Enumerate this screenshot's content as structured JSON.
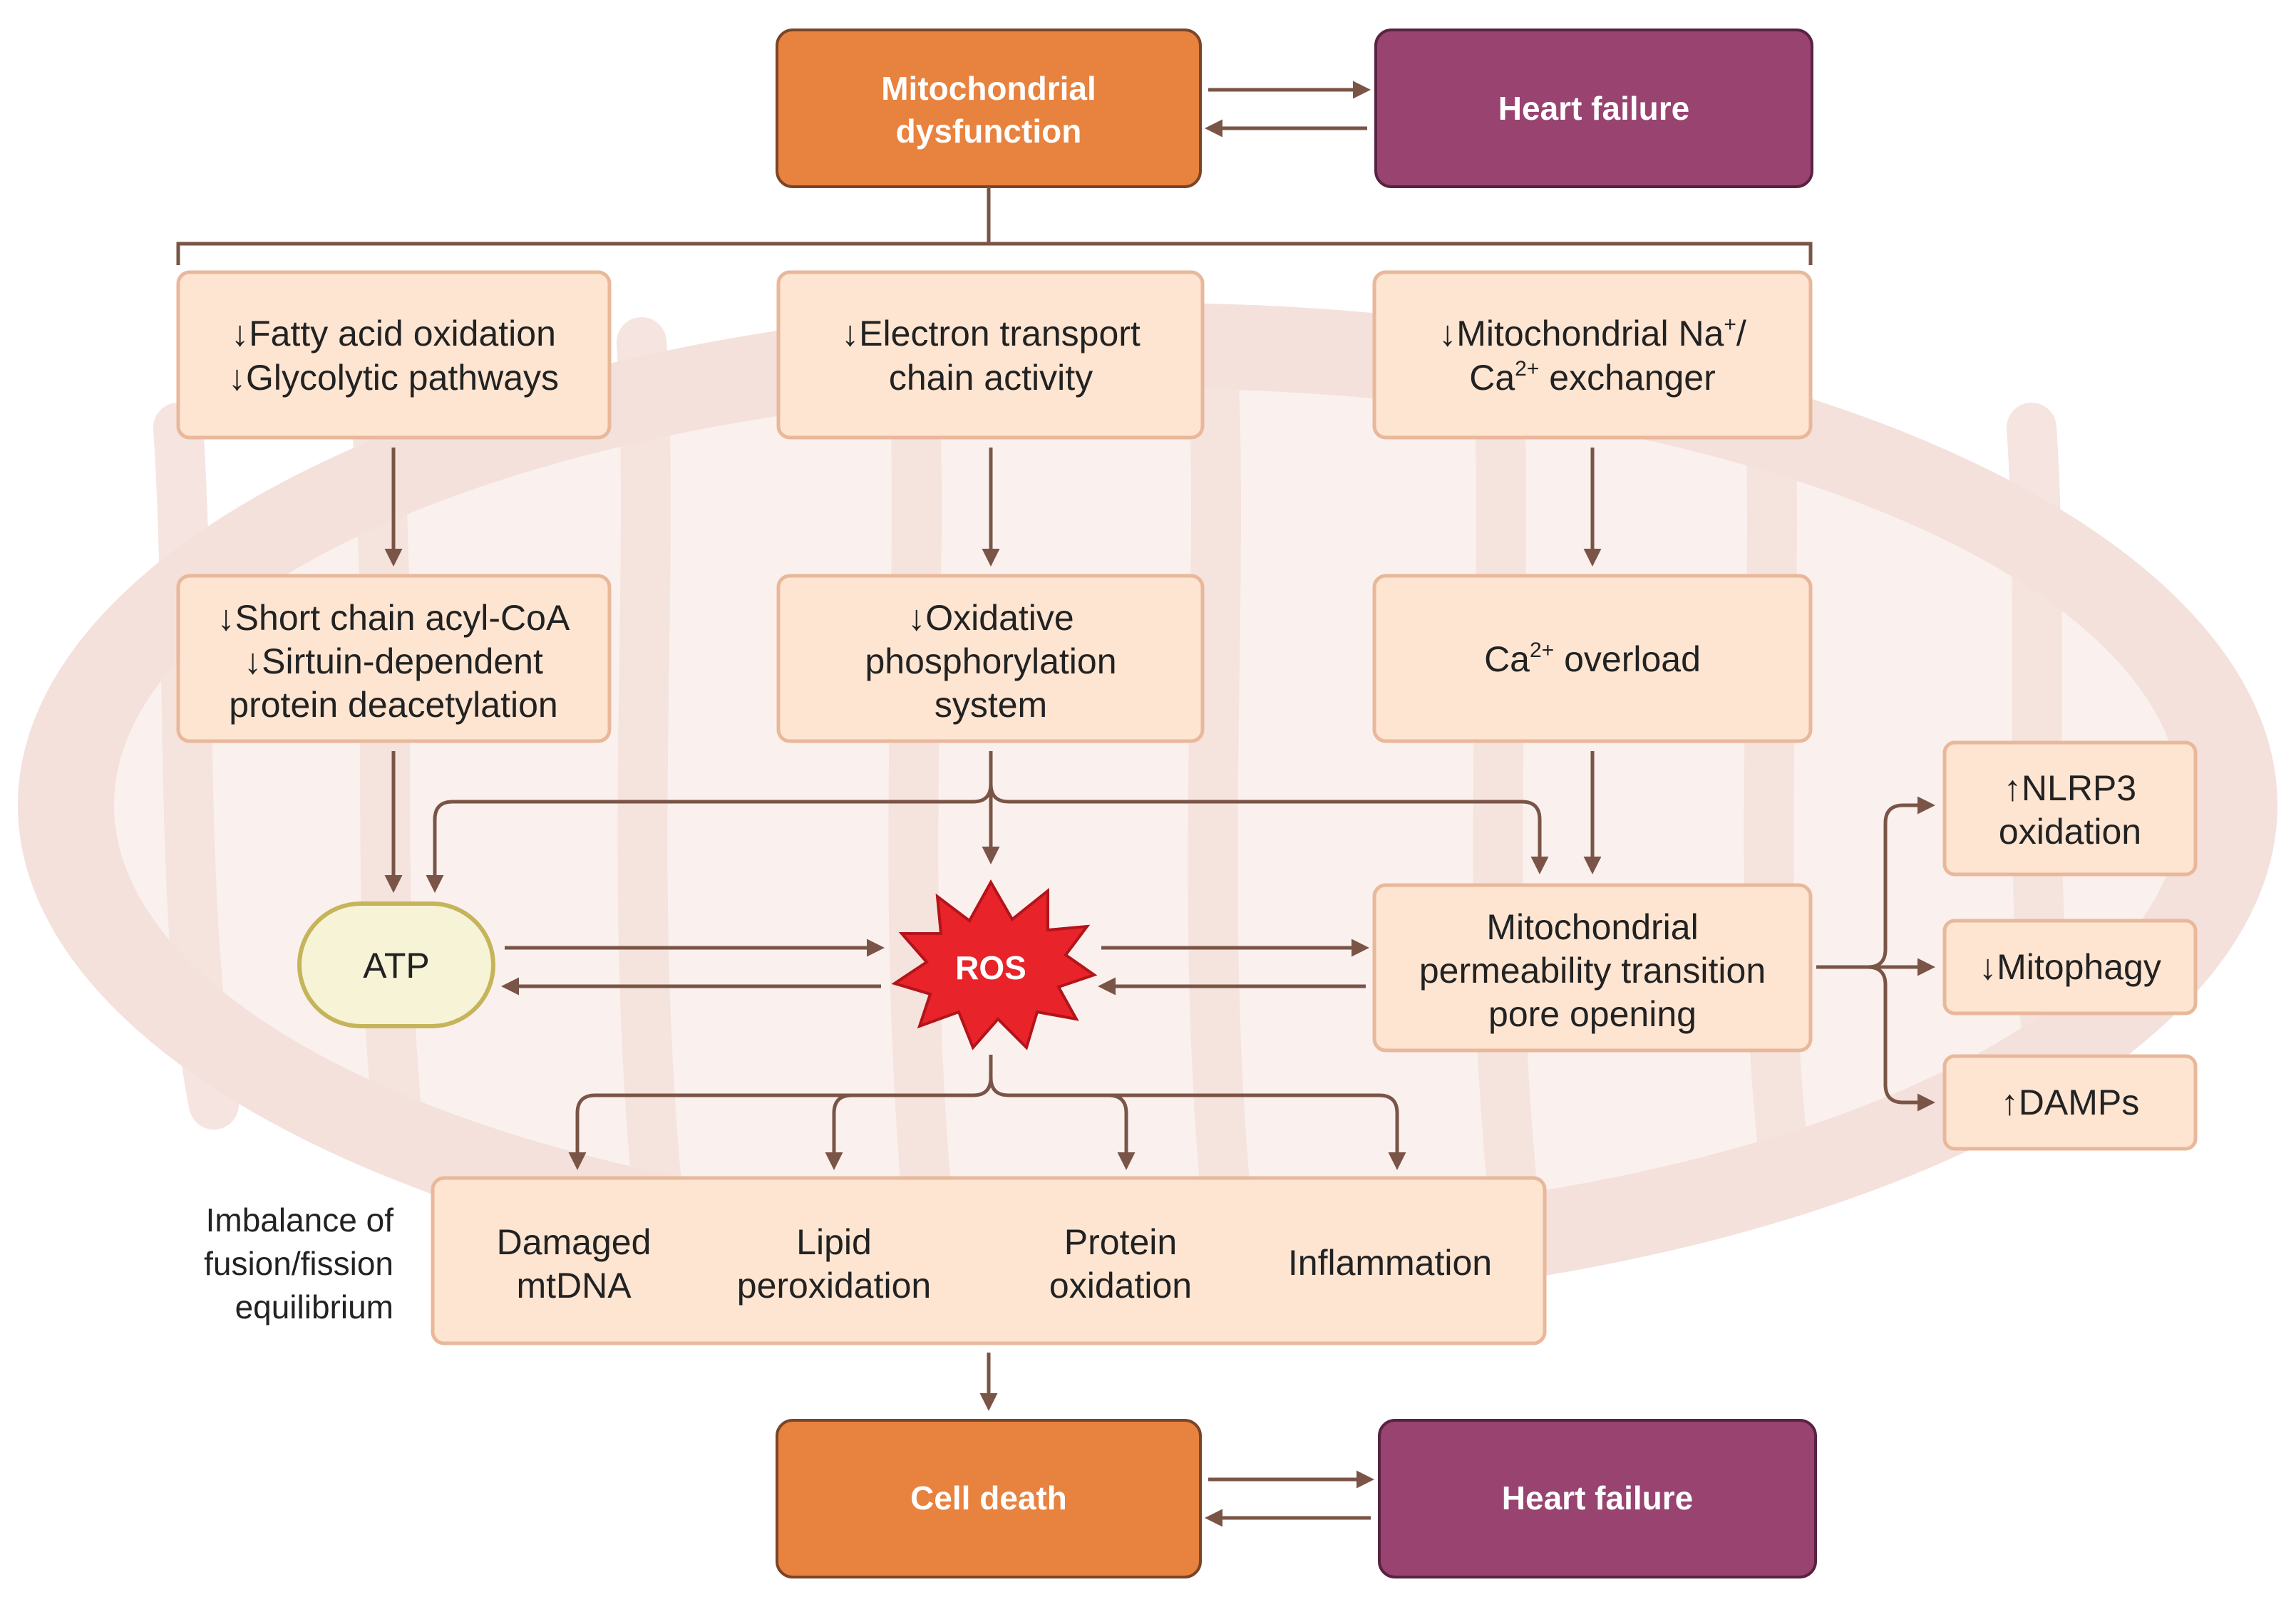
{
  "colors": {
    "orange": "#e8823f",
    "purple": "#984370",
    "box_fill": "#fde5d2",
    "box_stroke": "#e9b89a",
    "arrow": "#7a5446",
    "ros_red": "#e8232a",
    "atp_fill": "#f7f3d7",
    "atp_stroke": "#c5b45a",
    "mito_bg": "#f4e1dc"
  },
  "top": {
    "mito_dysfunction": [
      "Mitochondrial",
      "dysfunction"
    ],
    "heart_failure": "Heart failure"
  },
  "row1": {
    "left": [
      "↓Fatty acid oxidation",
      "↓Glycolytic pathways"
    ],
    "mid": [
      "↓Electron transport",
      "chain activity"
    ],
    "right_line1_a": "↓Mitochondrial Na",
    "right_line1_sup": "+",
    "right_line1_b": "/",
    "right_line2_a": "Ca",
    "right_line2_sup": "2+",
    "right_line2_b": " exchanger"
  },
  "row2": {
    "left": [
      "↓Short chain acyl-CoA",
      "↓Sirtuin-dependent",
      "protein deacetylation"
    ],
    "mid": [
      "↓Oxidative",
      "phosphorylation",
      "system"
    ],
    "right_a": "Ca",
    "right_sup": "2+",
    "right_b": " overload"
  },
  "center": {
    "atp": "ATP",
    "ros": "ROS",
    "mptp": [
      "Mitochondrial",
      "permeability transition",
      "pore opening"
    ]
  },
  "side_outcomes": {
    "nlrp3": [
      "↑NLRP3",
      "oxidation"
    ],
    "mitophagy": "↓Mitophagy",
    "damps": "↑DAMPs"
  },
  "damage": {
    "note": [
      "Imbalance of",
      "fusion/fission",
      "equilibrium"
    ],
    "items": [
      [
        "Damaged",
        "mtDNA"
      ],
      [
        "Lipid",
        "peroxidation"
      ],
      [
        "Protein",
        "oxidation"
      ],
      [
        "Inflammation"
      ]
    ]
  },
  "bottom": {
    "cell_death": "Cell death",
    "heart_failure": "Heart failure"
  }
}
